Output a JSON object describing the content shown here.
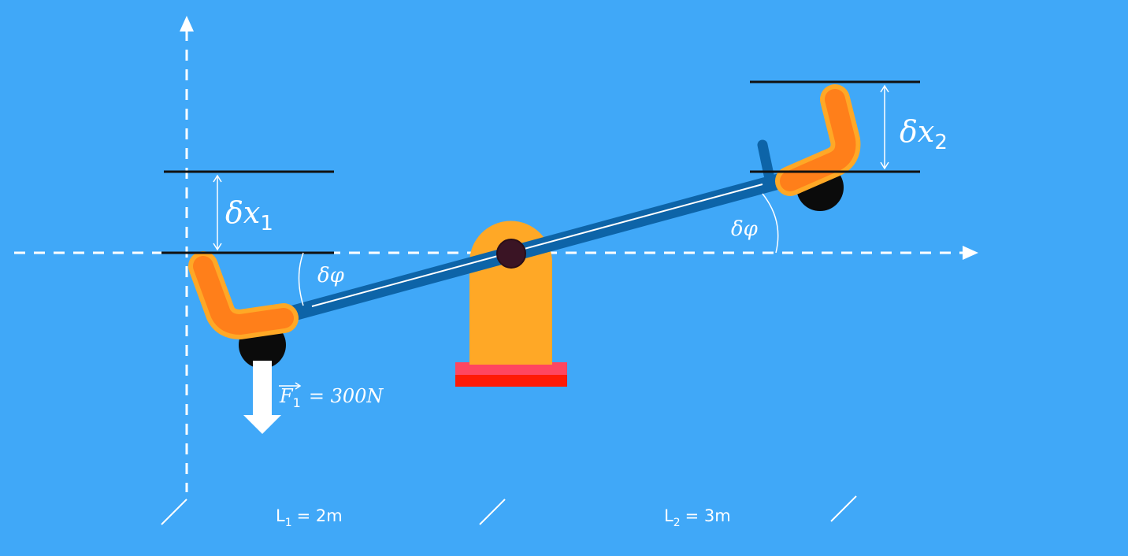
{
  "colors": {
    "background": "#40a8f8",
    "beam": "#0d64a8",
    "seat_orange": "#ff7f1a",
    "seat_outline": "#ffa826",
    "wheel": "#0b0b0b",
    "stand": "#ffa826",
    "base_pink": "#ff4660",
    "base_red": "#ff1a06",
    "pivot": "#3a1424",
    "line_black": "#111111",
    "white": "#ffffff"
  },
  "labels": {
    "dx1_symbol": "δx",
    "dx1_sub": "1",
    "dx2_symbol": "δx",
    "dx2_sub": "2",
    "phi_left": "δφ",
    "phi_right": "δφ",
    "force_symbol": "F",
    "force_sub": "1",
    "force_value": "= 300N",
    "l1_symbol": "L",
    "l1_sub": "1",
    "l1_value": "= 2m",
    "l2_symbol": "L",
    "l2_sub": "2",
    "l2_value": "= 3m"
  },
  "icons": {
    "force_arrow": "down-arrow-icon",
    "axis_arrow_up": "up-arrow-icon",
    "axis_arrow_right": "right-arrow-icon"
  }
}
